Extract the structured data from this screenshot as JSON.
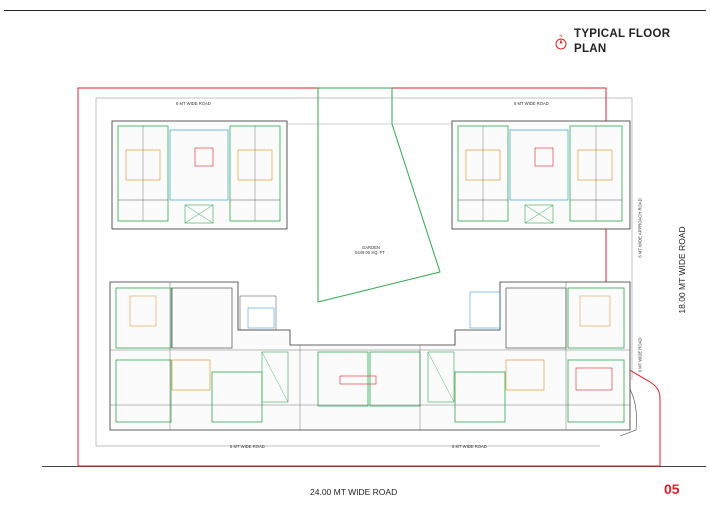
{
  "title": {
    "line1": "TYPICAL FLOOR",
    "line2": "PLAN"
  },
  "compass": {
    "letter": "N"
  },
  "page_number": "05",
  "roads": {
    "bottom_main": "24.00 MT WIDE ROAD",
    "right_main": "18.00 MT WIDE ROAD",
    "top_left": "6 MT WIDE ROAD",
    "top_right": "6 MT WIDE ROAD",
    "right_approach": "6 MT WIDE APPROACH ROAD",
    "right_lower": "6 MT WIDE ROAD",
    "inner_bottom_left": "6 MT WIDE ROAD",
    "inner_bottom_right": "6 MT WIDE ROAD"
  },
  "garden": {
    "label1": "GARDEN",
    "label2": "5449.00 SQ. FT"
  },
  "colors": {
    "boundary": "#e01f2a",
    "garden": "#2fa84f",
    "accent": "#e01f2a",
    "walls": "#333333"
  }
}
